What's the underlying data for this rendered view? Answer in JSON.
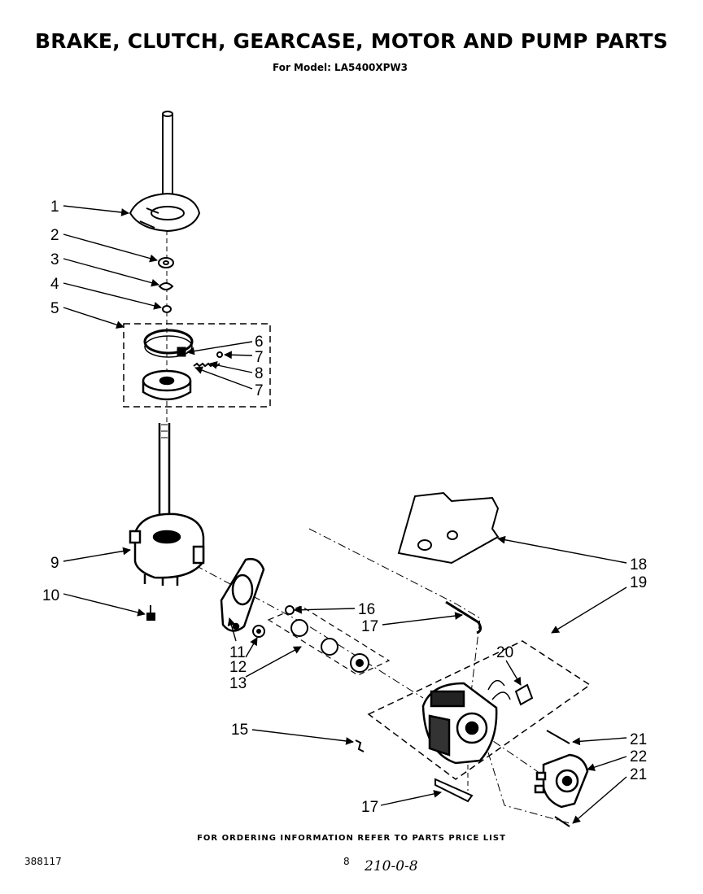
{
  "title": "BRAKE, CLUTCH, GEARCASE, MOTOR AND PUMP PARTS",
  "subtitle": "For Model: LA5400XPW3",
  "footer_note": "FOR ORDERING INFORMATION REFER TO PARTS PRICE LIST",
  "document_number": "388117",
  "page_number": "8",
  "handwritten_note": "210-0-8",
  "callouts": [
    "1",
    "2",
    "3",
    "4",
    "5",
    "6",
    "7",
    "8",
    "7",
    "9",
    "10",
    "11",
    "12",
    "13",
    "15",
    "16",
    "17",
    "17",
    "18",
    "19",
    "20",
    "21",
    "22",
    "21"
  ]
}
